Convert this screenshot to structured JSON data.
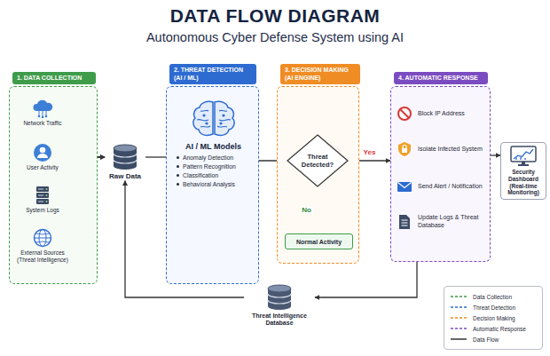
{
  "diagram": {
    "title": "DATA FLOW DIAGRAM",
    "nodes": [
      {
        "text": [
          "1. DATA COLLECTION"
        ]
      },
      {
        "text": [
          "Network Traffic"
        ],
        "in": 0
      },
      {
        "text": [
          "User Activity"
        ],
        "in": 0
      },
      {
        "text": [
          "System Logs"
        ],
        "in": 0
      },
      {
        "text": [
          "External Sources (Threat Intelligence)"
        ],
        "in": 0
      },
      {
        "text": [
          "Raw Data"
        ]
      },
      {
        "text": [
          "2. THREAT DETECTION (AI / ML)"
        ]
      },
      {
        "text": [
          "AI / ML Models",
          "Anomaly Detection",
          "Pattern Recognition",
          "Classification",
          "Behavioral Analysis"
        ],
        "in": 6
      },
      {
        "text": [
          "3. DECISION MAKING (AI ENGINE)"
        ]
      },
      {
        "text": [
          "Threat Detected?"
        ],
        "in": 8
      },
      {
        "text": [
          "Normal Activity"
        ],
        "in": 8
      },
      {
        "text": [
          "4. AUTOMATIC RESPONSE"
        ]
      },
      {
        "text": [
          "Block IP Address"
        ],
        "in": 11
      },
      {
        "text": [
          "Isolate Infected System"
        ],
        "in": 11
      },
      {
        "text": [
          "Send Alert / Notification"
        ],
        "in": 11
      },
      {
        "text": [
          "Update Logs & Threat Database"
        ],
        "in": 11
      },
      {
        "text": [
          "Security Dashboard (Real-time Monitoring)"
        ]
      },
      {
        "text": [
          "Threat Intelligence Database"
        ]
      }
    ],
    "edges": [
      {
        "from": 1,
        "to": 5,
        "arrow": "to"
      },
      {
        "from": 2,
        "to": 5,
        "arrow": "to"
      },
      {
        "from": 3,
        "to": 5,
        "arrow": "to"
      },
      {
        "from": 4,
        "to": 5,
        "arrow": "to"
      },
      {
        "from": 5,
        "to": 7,
        "arrow": "to"
      },
      {
        "from": 7,
        "to": 9,
        "arrow": "to"
      },
      {
        "from": 9,
        "to": 10,
        "label": "No",
        "arrow": "to"
      },
      {
        "from": 9,
        "to": 11,
        "label": "Yes",
        "arrow": "to"
      },
      {
        "from": 11,
        "to": 16,
        "arrow": "to"
      },
      {
        "from": 11,
        "to": 17,
        "arrow": "to"
      },
      {
        "from": 17,
        "to": 5,
        "arrow": "to"
      }
    ],
    "labels": [
      "Autonomous Cyber Defense System using AI"
    ],
    "legend": [
      {
        "text": "Data Collection"
      },
      {
        "text": "Threat Detection"
      },
      {
        "text": "Decision Making"
      },
      {
        "text": "Automatic Response"
      },
      {
        "text": "Data Flow"
      }
    ]
  }
}
